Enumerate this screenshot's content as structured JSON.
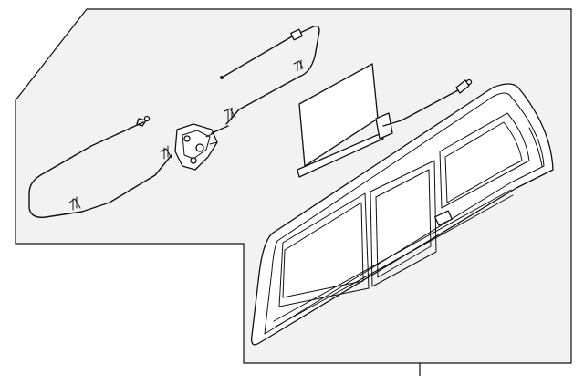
{
  "diagram": {
    "background_color": "#f2f2f2",
    "line_color": "#111111",
    "parts": [
      "panel-background",
      "wiring-cable-upper",
      "wiring-cable-lower",
      "window-motor-regulator",
      "sunshade-panel",
      "back-glass-frame",
      "callout-leader"
    ]
  }
}
